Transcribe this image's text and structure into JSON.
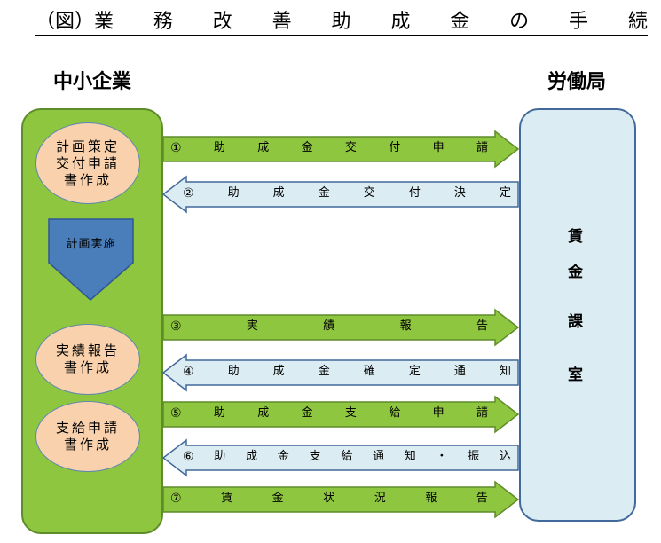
{
  "title_chars": [
    "（図）業",
    "務",
    "改",
    "善",
    "助",
    "成",
    "金",
    "の",
    "手",
    "続"
  ],
  "parties": {
    "left": "中小企業",
    "right": "労働局"
  },
  "left_steps": {
    "step1": [
      "計画策定",
      "交付申請",
      "書作成"
    ],
    "plan": "計画実施",
    "step2": [
      "実績報告",
      "書作成"
    ],
    "step3": [
      "支給申請",
      "書作成"
    ]
  },
  "right_office": [
    "賃",
    "金",
    "課",
    "室"
  ],
  "arrows": [
    {
      "num": "①",
      "chars": [
        "助",
        "成",
        "金",
        "交",
        "付",
        "申",
        "請"
      ],
      "direction": "right"
    },
    {
      "num": "②",
      "chars": [
        "助",
        "成",
        "金",
        "交",
        "付",
        "決",
        "定"
      ],
      "direction": "left"
    },
    {
      "num": "③",
      "chars": [
        "実",
        "績",
        "報",
        "告"
      ],
      "direction": "right"
    },
    {
      "num": "④",
      "chars": [
        "助",
        "成",
        "金",
        "確",
        "定",
        "通",
        "知"
      ],
      "direction": "left"
    },
    {
      "num": "⑤",
      "chars": [
        "助",
        "成",
        "金",
        "支",
        "給",
        "申",
        "請"
      ],
      "direction": "right"
    },
    {
      "num": "⑥",
      "chars": [
        "助",
        "成",
        "金",
        "支",
        "給",
        "通",
        "知",
        "・",
        "振",
        "込"
      ],
      "direction": "left"
    },
    {
      "num": "⑦",
      "chars": [
        "賃",
        "金",
        "状",
        "況",
        "報",
        "告"
      ],
      "direction": "right"
    }
  ],
  "colors": {
    "green": "#8ec63f",
    "light_blue": "#dcecf3",
    "peach": "#f9d2ad",
    "pentagon_blue": "#4a7ebb"
  }
}
